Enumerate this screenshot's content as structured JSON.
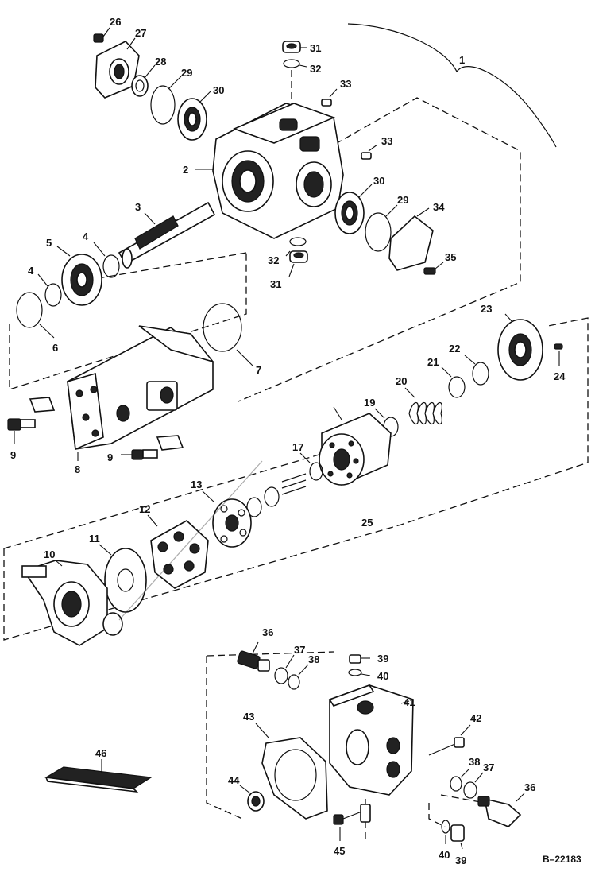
{
  "diagram": {
    "reference_code": "B–22183",
    "callouts": [
      {
        "id": "c1",
        "label": "1"
      },
      {
        "id": "c2",
        "label": "2"
      },
      {
        "id": "c3",
        "label": "3"
      },
      {
        "id": "c4a",
        "label": "4"
      },
      {
        "id": "c4b",
        "label": "4"
      },
      {
        "id": "c5",
        "label": "5"
      },
      {
        "id": "c6",
        "label": "6"
      },
      {
        "id": "c7",
        "label": "7"
      },
      {
        "id": "c8",
        "label": "8"
      },
      {
        "id": "c9a",
        "label": "9"
      },
      {
        "id": "c9b",
        "label": "9"
      },
      {
        "id": "c10",
        "label": "10"
      },
      {
        "id": "c11",
        "label": "11"
      },
      {
        "id": "c12",
        "label": "12"
      },
      {
        "id": "c13",
        "label": "13"
      },
      {
        "id": "c17",
        "label": "17"
      },
      {
        "id": "c19",
        "label": "19"
      },
      {
        "id": "c20",
        "label": "20"
      },
      {
        "id": "c21",
        "label": "21"
      },
      {
        "id": "c22",
        "label": "22"
      },
      {
        "id": "c23",
        "label": "23"
      },
      {
        "id": "c24",
        "label": "24"
      },
      {
        "id": "c25",
        "label": "25"
      },
      {
        "id": "c26",
        "label": "26"
      },
      {
        "id": "c27",
        "label": "27"
      },
      {
        "id": "c28",
        "label": "28"
      },
      {
        "id": "c29a",
        "label": "29"
      },
      {
        "id": "c29b",
        "label": "29"
      },
      {
        "id": "c30a",
        "label": "30"
      },
      {
        "id": "c30b",
        "label": "30"
      },
      {
        "id": "c31a",
        "label": "31"
      },
      {
        "id": "c31b",
        "label": "31"
      },
      {
        "id": "c32a",
        "label": "32"
      },
      {
        "id": "c32b",
        "label": "32"
      },
      {
        "id": "c33a",
        "label": "33"
      },
      {
        "id": "c33b",
        "label": "33"
      },
      {
        "id": "c34",
        "label": "34"
      },
      {
        "id": "c35",
        "label": "35"
      },
      {
        "id": "c36a",
        "label": "36"
      },
      {
        "id": "c36b",
        "label": "36"
      },
      {
        "id": "c37a",
        "label": "37"
      },
      {
        "id": "c37b",
        "label": "37"
      },
      {
        "id": "c38a",
        "label": "38"
      },
      {
        "id": "c38b",
        "label": "38"
      },
      {
        "id": "c39a",
        "label": "39"
      },
      {
        "id": "c39b",
        "label": "39"
      },
      {
        "id": "c40a",
        "label": "40"
      },
      {
        "id": "c40b",
        "label": "40"
      },
      {
        "id": "c41",
        "label": "41"
      },
      {
        "id": "c42",
        "label": "42"
      },
      {
        "id": "c43",
        "label": "43"
      },
      {
        "id": "c44",
        "label": "44"
      },
      {
        "id": "c45",
        "label": "45"
      },
      {
        "id": "c46",
        "label": "46"
      }
    ]
  }
}
